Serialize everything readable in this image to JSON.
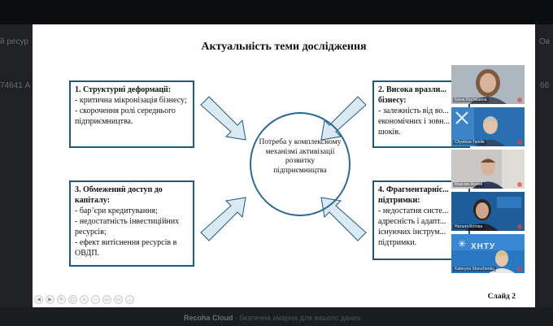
{
  "background_text": {
    "left_line1": "й ресур",
    "left_line2": "74641 А",
    "right_line1": "Ов",
    "right_line2": "66"
  },
  "bottom": {
    "brand": "Recoha Cloud",
    "caption": "· безпечна хмарна для вашого даних"
  },
  "slide": {
    "title": "Актуальність теми дослідження",
    "center": "Потреба у комплексному механізмі активізації розвитку підприємництва",
    "slide_number": "Слайд 2",
    "boxes": [
      {
        "title": "1. Структурні деформації:",
        "items": [
          "- критична мікронізація бізнесу;",
          "- скорочення ролі середнього підприємництва."
        ]
      },
      {
        "title": "2. Висока вразли... бізнесу:",
        "items": [
          "- залежність від во... економічних і зовн... шоків."
        ]
      },
      {
        "title": "3. Обмежений доступ до капіталу:",
        "items": [
          "- бар’єри кредитування;",
          "- недостатність інвестиційних ресурсів;",
          "- ефект витіснення ресурсів в ОВДП."
        ]
      },
      {
        "title": "4. Фрагментарніс... підтримки:",
        "items": [
          "- недостатня систе... адресність і адапт... існуючих інструм... підтримки."
        ]
      }
    ]
  },
  "participants": [
    {
      "name": "Ірина Костишина",
      "kind": "person",
      "colors": {
        "bg": "#9aa3ad",
        "face": "#d8b39c",
        "hair": "#7b5a3e",
        "shirt": "#4b5361"
      }
    },
    {
      "name": "Chystova Tamila",
      "kind": "person-logo",
      "brand": "",
      "colors": {
        "bg": "#2a6fb2",
        "face": "#e1c3aa",
        "hair": "#c7c2b8",
        "shirt": "#334a6a"
      }
    },
    {
      "name": "Максим Жуков",
      "kind": "person",
      "colors": {
        "bg": "#c8c7c3",
        "face": "#d6b49b",
        "hair": "#6a4f36",
        "shirt": "#2d3b56"
      }
    },
    {
      "name": "Наталя Котова",
      "kind": "person-logo",
      "brand": "",
      "colors": {
        "bg": "#1e5d99",
        "face": "#cfa58c",
        "hair": "#2f241d",
        "shirt": "#1f2530"
      }
    },
    {
      "name": "Kateryna Shevchenko",
      "kind": "person-logo",
      "brand": "ХНТУ",
      "colors": {
        "bg": "#2b78c2",
        "face": "#e4c7ad",
        "hair": "#d8c089",
        "shirt": "#e8e8e8"
      }
    }
  ],
  "controls": [
    "◀",
    "▶",
    "✎",
    "▢",
    "⌕",
    "⋯",
    "▭",
    "▭",
    "…"
  ],
  "colors": {
    "box_border": "#1f5b78",
    "ellipse_border": "#2b6a93",
    "arrow_fill": "#dbe9f5",
    "arrow_stroke": "#1f5b78"
  }
}
